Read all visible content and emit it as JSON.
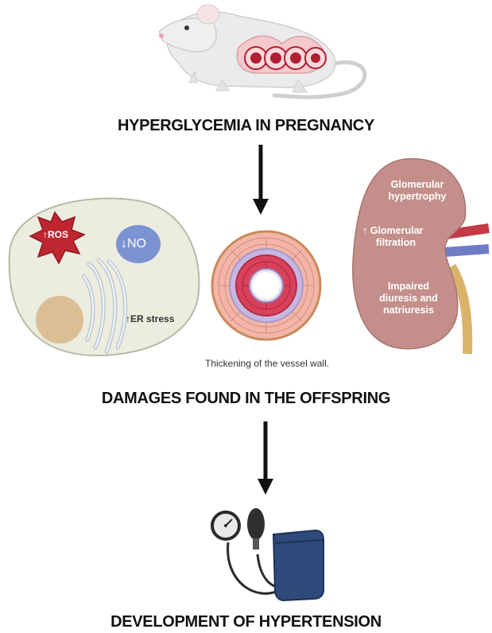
{
  "headings": {
    "step1": "HYPERGLYCEMIA IN PREGNANCY",
    "step2": "DAMAGES FOUND IN THE OFFSPRING",
    "step3": "DEVELOPMENT OF HYPERTENSION"
  },
  "cell": {
    "ros_label": "↑ROS",
    "no_label": "↓NO",
    "er_stress_label": "↑ER stress"
  },
  "vessel": {
    "caption": "Thickening of the vessel wall."
  },
  "kidney": {
    "label_1_line_1": "Glomerular",
    "label_1_line_2": "hypertrophy",
    "label_2_line_1": "↑ Glomerular",
    "label_2_line_2": "filtration",
    "label_3_line_1": "Impaired",
    "label_3_line_2": "diuresis and",
    "label_3_line_3": "natriuresis"
  },
  "colors": {
    "cell_fill": "#ececdf",
    "ros_star": "#c0262f",
    "no_blob": "#7b93d3",
    "nucleus": "#dbbf94",
    "vessel_outer": "#f1b6a6",
    "vessel_inner": "#d7415a",
    "vessel_lamina": "#c6b7e2",
    "kidney": "#c48f8a",
    "cuff": "#2e4a7a",
    "arrow": "#111111"
  },
  "icons": [
    "mouse-icon",
    "fetus-icon",
    "arrow-down-icon",
    "ros-star-icon",
    "blood-pressure-monitor-icon"
  ]
}
